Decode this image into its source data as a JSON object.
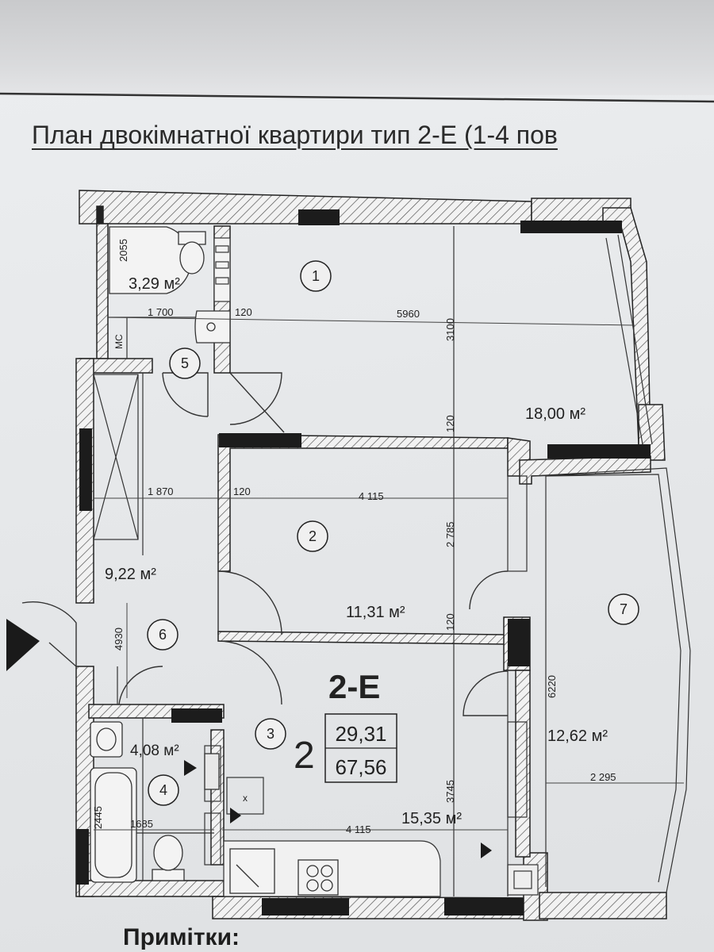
{
  "title": "План двокімнатної квартири тип 2-Е (1-4 пов",
  "notes_heading": "Примітки:",
  "apartment": {
    "type": "2-E",
    "rooms_count": "2",
    "living_area": "29,31",
    "total_area": "67,56"
  },
  "room_numbers": [
    "1",
    "2",
    "3",
    "4",
    "5",
    "6",
    "7"
  ],
  "room_areas": {
    "r1": "18,00 м²",
    "r2": "11,31 м²",
    "r3": "15,35 м²",
    "r4": "4,08 м²",
    "r5": "3,29 м²",
    "r6": "9,22 м²",
    "r7": "12,62 м²"
  },
  "dimensions": {
    "d2055": "2055",
    "d1700": "1 700",
    "d120a": "120",
    "d5960": "5960",
    "d3100": "3100",
    "d120b": "120",
    "d1870": "1 870",
    "d120c": "120",
    "d4115a": "4 115",
    "d2785": "2 785",
    "d120d": "120",
    "d4930": "4930",
    "d6220": "6220",
    "d2445": "2445",
    "d1685": "1685",
    "d4115b": "4 115",
    "d3745": "3745",
    "d2295": "2 295"
  },
  "labels": {
    "mc": "МС",
    "x": "x"
  }
}
